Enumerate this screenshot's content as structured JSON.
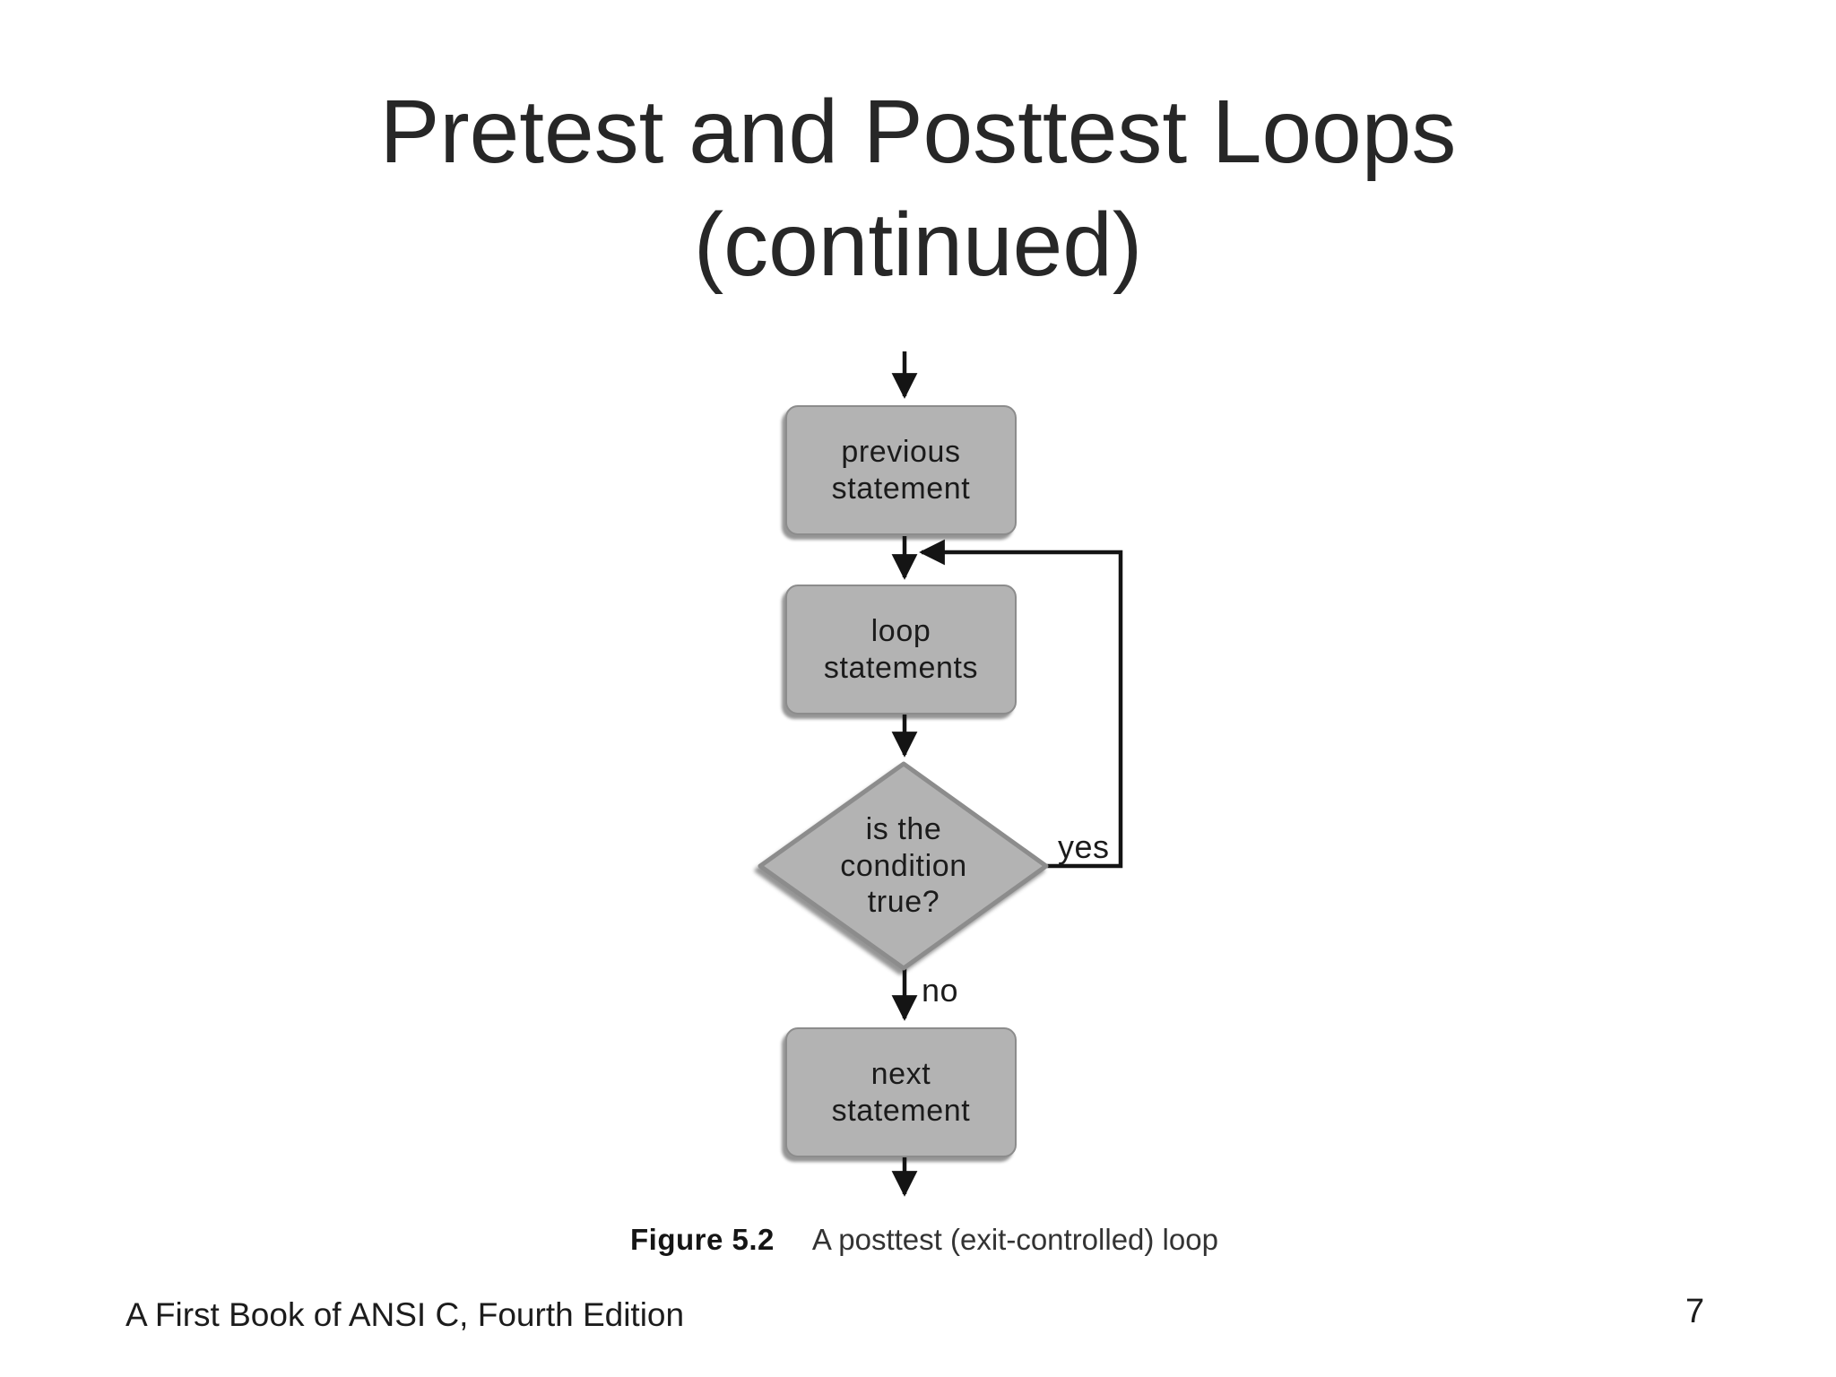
{
  "colors": {
    "box_fill": "#b3b3b3",
    "box_border": "#8c8c8c",
    "line_color": "#141414"
  },
  "title": {
    "line1": "Pretest and Posttest Loops",
    "line2": "(continued)"
  },
  "flowchart": {
    "nodes": [
      {
        "id": "previous-statement",
        "label": "previous\nstatement"
      },
      {
        "id": "loop-statements",
        "label": "loop\nstatements"
      },
      {
        "id": "condition",
        "label": "is the\ncondition\ntrue?"
      },
      {
        "id": "next-statement",
        "label": "next\nstatement"
      }
    ],
    "branch_labels": {
      "yes": "yes",
      "no": "no"
    }
  },
  "caption": {
    "prefix": "Figure 5.2",
    "text": "A posttest (exit-controlled) loop"
  },
  "footer": {
    "left": "A First Book of ANSI C, Fourth Edition",
    "page_number": "7"
  }
}
